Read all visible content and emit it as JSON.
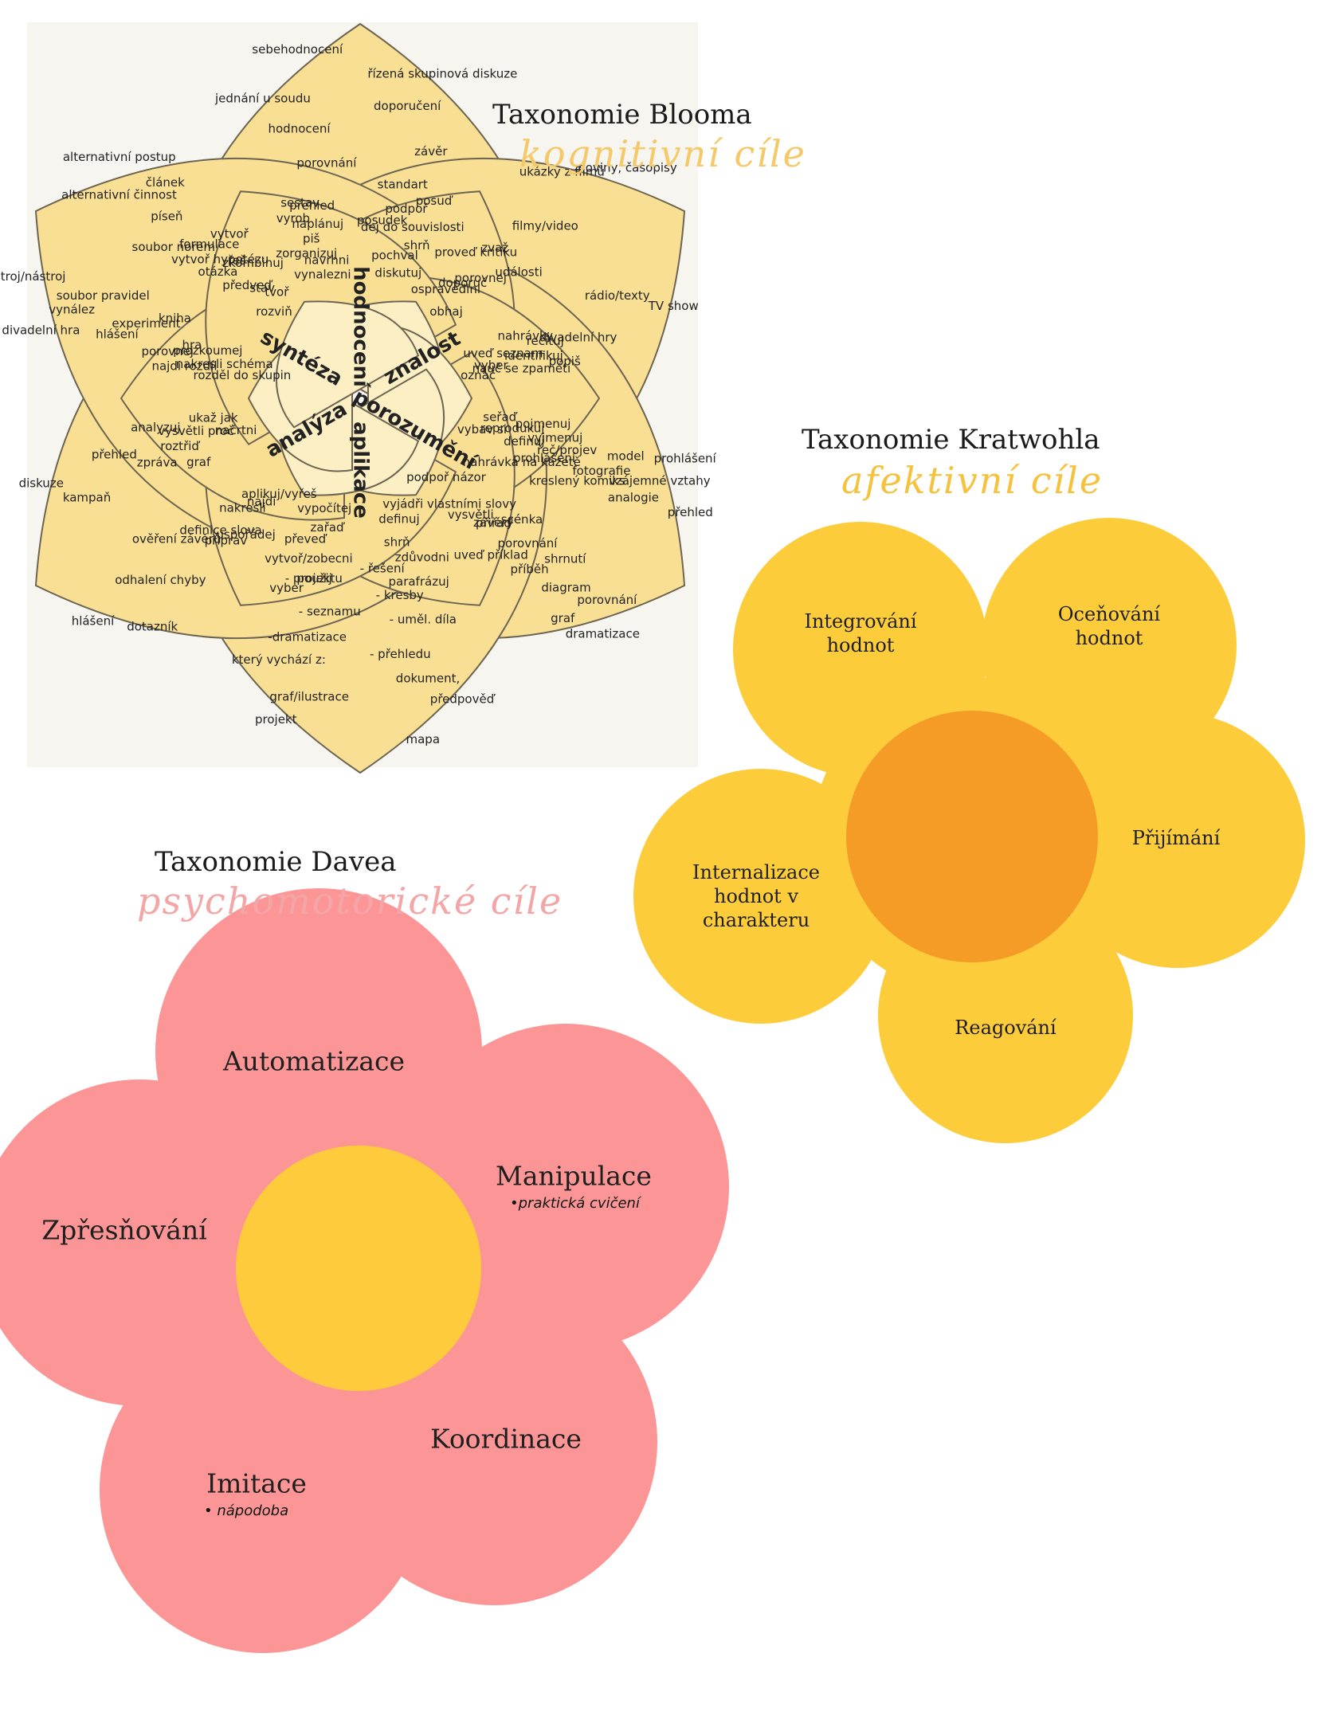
{
  "bloom": {
    "title": "Taxonomie Blooma",
    "subtitle": "kognitivní cíle",
    "subtitle_color": "#f5c86a",
    "petal_color": "#f8df93",
    "inner_color": "#fcefc4",
    "center_labels": [
      "hodnocení",
      "znalost",
      "porozumění",
      "aplikace",
      "analýza",
      "syntéza"
    ],
    "outer_words": [
      "sebehodnocení",
      "řízená skupinová diskuze",
      "jednání u soudu",
      "doporučení",
      "hodnocení",
      "závěr",
      "porovnání",
      "standart",
      "přehled",
      "posudek",
      "stroj/nástroj",
      "alternativní postup",
      "divadelní hra",
      "alternativní činnost",
      "vynález",
      "článek",
      "soubor pravidel",
      "píseň",
      "hlášení",
      "soubor norem",
      "experiment",
      "formulace",
      "kniha",
      "otázka",
      "hra",
      "noviny, časopisy",
      "TV show",
      "ukázky z filmů",
      "rádio/texty",
      "filmy/video",
      "divadelní hry",
      "události",
      "nahrávky",
      "přehled",
      "dramatizace",
      "prohlášení",
      "porovnání",
      "vzájemné vztahy",
      "graf",
      "analogie",
      "diagram",
      "model",
      "shrnutí",
      "fotografie",
      "příběh",
      "kreslený komiks",
      "porovnání",
      "řeč/projev",
      "scénka",
      "prohlášení",
      "závěry",
      "nahrávka na kazetě",
      "mapa",
      "projekt",
      "předpověď",
      "graf/ilustrace",
      "dokument,",
      "který vychází z:",
      "- přehledu",
      "-dramatizace",
      "- uměl. díla",
      "- seznamu",
      "- kresby",
      "- projektu",
      "- řešení",
      "hlášení",
      "diskuze",
      "dotazník",
      "kampaň",
      "odhalení chyby",
      "přehled",
      "ověření závěrů",
      "zpráva",
      "definice slova",
      "graf"
    ],
    "inner_words": [
      "posuď",
      "zvaž",
      "podpoř",
      "proveď kritiku",
      "dej do souvislosti",
      "porovnej",
      "shrň",
      "doporuč",
      "pochval",
      "ospravedlni",
      "diskutuj",
      "obhaj",
      "popiš",
      "vyjmenuj",
      "recituj",
      "pojmenuj",
      "identifikuj",
      "definuj",
      "nauč se zpaměti",
      "reprodukuj",
      "uveď seznam",
      "seřaď",
      "vyber",
      "vybav si",
      "označ",
      "uveď příklad",
      "parafrázuj",
      "přiřaď",
      "zdůvodni",
      "vysvětli",
      "shrň",
      "vyjádři vlastními slovy",
      "definuj",
      "podpoř názor",
      "vyber",
      "připrav",
      "použij",
      "uspořádej",
      "vytvoř/zobecni",
      "nakresli",
      "převeď",
      "najdi",
      "zařaď",
      "aplikuj/vyřeš",
      "vypočítej",
      "analyzuj",
      "porovnej",
      "roztřiď",
      "najdi rozdíl",
      "vysvětli proč",
      "prozkoumej",
      "ukaž jak",
      "nakresli schéma",
      "načrtni",
      "rozděl do skupin",
      "vytvoř",
      "sestav",
      "vytvoř hypotézu",
      "vyrob",
      "řeš",
      "naplánuj",
      "zkombinuj",
      "piš",
      "předveď",
      "zorganizuj",
      "stav",
      "navrhni",
      "tvoř",
      "vynalezni",
      "rozviň"
    ]
  },
  "kratwohl": {
    "title": "Taxonomie Kratwohla",
    "subtitle": "afektivní cíle",
    "subtitle_color": "#f6c23e",
    "petal_color": "#fdcc3b",
    "center_color": "#f59c27",
    "petals": [
      {
        "label": "Integrování\nhodnot"
      },
      {
        "label": "Oceňování\nhodnot"
      },
      {
        "label": "Přijímání"
      },
      {
        "label": "Reagování"
      },
      {
        "label": "Internalizace\nhodnot v\ncharakteru"
      }
    ]
  },
  "dave": {
    "title": "Taxonomie Davea",
    "subtitle": "psychomotorické cíle",
    "subtitle_color": "#f4a6a6",
    "petal_color": "#fc9696",
    "center_color": "#fdcb3b",
    "petals": [
      {
        "label": "Automatizace"
      },
      {
        "label": "Manipulace",
        "note": "•praktická cvičení"
      },
      {
        "label": "Koordinace"
      },
      {
        "label": "Imitace",
        "note": "• nápodoba"
      },
      {
        "label": "Zpřesňování"
      }
    ]
  }
}
